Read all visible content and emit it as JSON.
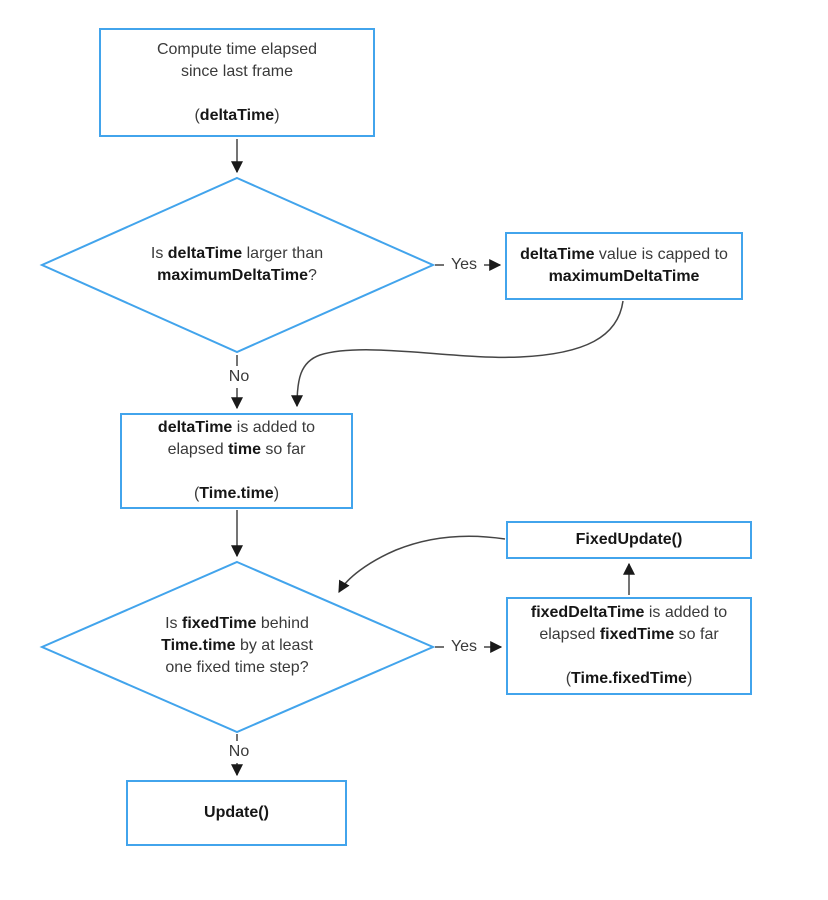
{
  "colors": {
    "accent": "#42a4ec",
    "connector": "#454545",
    "text": "#3a3a3a"
  },
  "labels": {
    "yes_top": "Yes",
    "no_top": "No",
    "yes_bottom": "Yes",
    "no_bottom": "No"
  },
  "nodes": {
    "compute": {
      "lines": [
        [
          {
            "t": "Compute time elapsed"
          }
        ],
        [
          {
            "t": "since last frame"
          }
        ],
        [],
        [
          {
            "t": "("
          },
          {
            "t": "deltaTime",
            "b": true
          },
          {
            "t": ")"
          }
        ]
      ]
    },
    "decision_max": {
      "lines": [
        [
          {
            "t": "Is "
          },
          {
            "t": "deltaTime",
            "b": true
          },
          {
            "t": " larger than"
          }
        ],
        [
          {
            "t": "maximumDeltaTime",
            "b": true
          },
          {
            "t": "?"
          }
        ]
      ]
    },
    "capped": {
      "lines": [
        [
          {
            "t": "deltaTime",
            "b": true
          },
          {
            "t": " value is capped to"
          }
        ],
        [
          {
            "t": "maximumDeltaTime",
            "b": true
          }
        ]
      ]
    },
    "time_added": {
      "lines": [
        [
          {
            "t": "deltaTime",
            "b": true
          },
          {
            "t": " is added to"
          }
        ],
        [
          {
            "t": "elapsed "
          },
          {
            "t": "time",
            "b": true
          },
          {
            "t": " so far"
          }
        ],
        [],
        [
          {
            "t": "("
          },
          {
            "t": "Time.time",
            "b": true
          },
          {
            "t": ")"
          }
        ]
      ]
    },
    "decision_fixed": {
      "lines": [
        [
          {
            "t": "Is "
          },
          {
            "t": "fixedTime",
            "b": true
          },
          {
            "t": " behind"
          }
        ],
        [
          {
            "t": "Time.time",
            "b": true
          },
          {
            "t": " by at least"
          }
        ],
        [
          {
            "t": "one fixed time step?"
          }
        ]
      ]
    },
    "fixed_update": {
      "lines": [
        [
          {
            "t": "FixedUpdate()",
            "b": true
          }
        ]
      ]
    },
    "fixed_delta_added": {
      "lines": [
        [
          {
            "t": "fixedDeltaTime",
            "b": true
          },
          {
            "t": " is added to"
          }
        ],
        [
          {
            "t": "elapsed "
          },
          {
            "t": "fixedTime",
            "b": true
          },
          {
            "t": " so far"
          }
        ],
        [],
        [
          {
            "t": "("
          },
          {
            "t": "Time.fixedTime",
            "b": true
          },
          {
            "t": ")"
          }
        ]
      ]
    },
    "update": {
      "lines": [
        [
          {
            "t": "Update()",
            "b": true
          }
        ]
      ]
    }
  }
}
